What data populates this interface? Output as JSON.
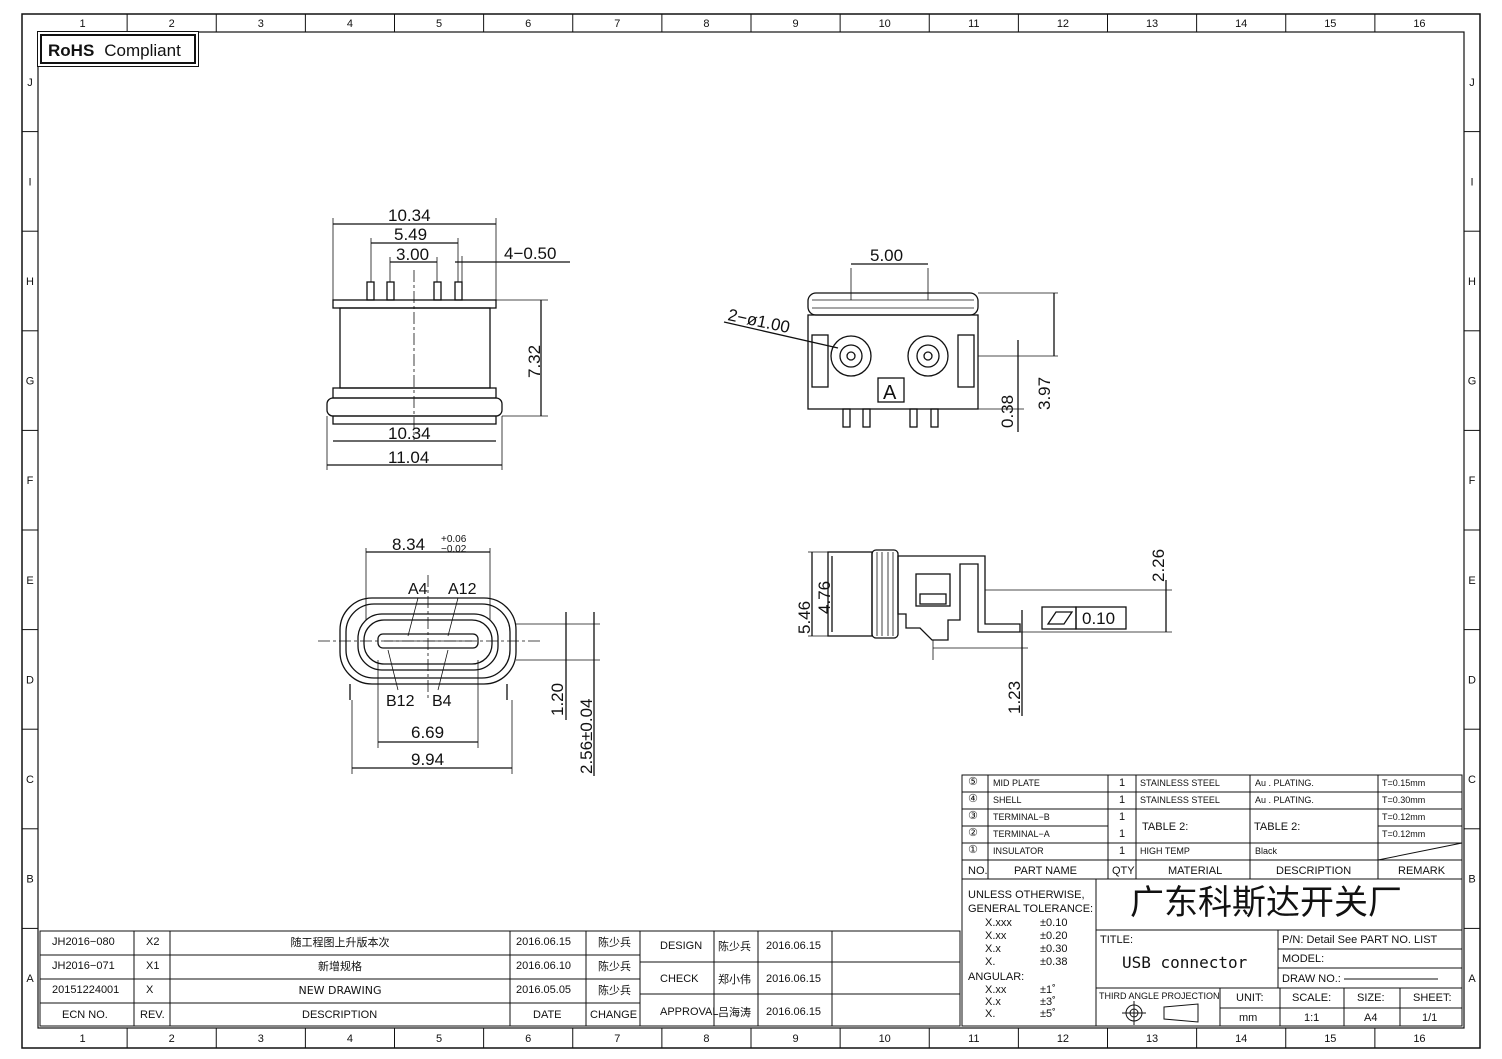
{
  "rohs": {
    "bold": "RoHS",
    "rest": "Compliant"
  },
  "grid": {
    "cols": [
      "1",
      "2",
      "3",
      "4",
      "5",
      "6",
      "7",
      "8",
      "9",
      "10",
      "11",
      "12",
      "13",
      "14",
      "15",
      "16"
    ],
    "rows": [
      "J",
      "I",
      "H",
      "G",
      "F",
      "E",
      "D",
      "C",
      "B",
      "A"
    ]
  },
  "dims": {
    "top_w1": "10.34",
    "top_w2": "5.49",
    "top_w3": "3.00",
    "pins": "4−0.50",
    "top_h": "7.32",
    "top_bottom1": "10.34",
    "top_bottom2": "11.04",
    "front_w": "5.00",
    "holes": "2−ø1.00",
    "label_a": "A",
    "front_h1": "0.38",
    "front_h2": "3.97",
    "bot_w": "8.34",
    "bot_tol_plus": "+0.06",
    "bot_tol_minus": "−0.02",
    "a4": "A4",
    "a12": "A12",
    "b12": "B12",
    "b4": "B4",
    "bot_w2": "6.69",
    "bot_w3": "9.94",
    "bot_h1": "1.20",
    "bot_h2": "2.56±0.04",
    "side_h1": "5.46",
    "side_h2": "4.76",
    "side_h3": "2.26",
    "side_h4": "1.23",
    "flatness": "0.10"
  },
  "bom": {
    "rows": [
      {
        "no": "⑤",
        "name": "MID PLATE",
        "qty": "1",
        "material": "STAINLESS STEEL",
        "desc": "Au . PLATING.",
        "remark": "T=0.15mm"
      },
      {
        "no": "④",
        "name": "SHELL",
        "qty": "1",
        "material": "STAINLESS STEEL",
        "desc": "Au . PLATING.",
        "remark": "T=0.30mm"
      },
      {
        "no": "③",
        "name": "TERMINAL−B",
        "qty": "1",
        "material": "",
        "desc": "",
        "remark": "T=0.12mm"
      },
      {
        "no": "②",
        "name": "TERMINAL−A",
        "qty": "1",
        "material": "",
        "desc": "",
        "remark": "T=0.12mm"
      },
      {
        "no": "①",
        "name": "INSULATOR",
        "qty": "1",
        "material": "HIGH TEMP",
        "desc": "Black",
        "remark": ""
      }
    ],
    "table2_material": "TABLE 2:",
    "table2_desc": "TABLE 2:",
    "header": {
      "no": "NO.",
      "name": "PART NAME",
      "qty": "QTY",
      "material": "MATERIAL",
      "desc": "DESCRIPTION",
      "remark": "REMARK"
    }
  },
  "tolerance": {
    "title1": "UNLESS OTHERWISE,",
    "title2": "GENERAL TOLERANCE:",
    "lines": [
      [
        "X.xxx",
        "±0.10"
      ],
      [
        "X.xx",
        "±0.20"
      ],
      [
        "X.x",
        "±0.30"
      ],
      [
        "X.",
        "±0.38"
      ]
    ],
    "angular": "ANGULAR:",
    "ang_lines": [
      [
        "X.xx",
        "±1˚"
      ],
      [
        "X.x",
        "±3˚"
      ],
      [
        "X.",
        "±5˚"
      ]
    ]
  },
  "company": "广东科斯达开关厂",
  "title_label": "TITLE:",
  "title_value": "USB connector",
  "pn": "P/N: Detail  See  PART  NO.  LIST",
  "model": "MODEL:",
  "draw_no": "DRAW  NO.:",
  "projection": "THIRD  ANGLE  PROJECTION",
  "unit_label": "UNIT:",
  "unit_value": "mm",
  "scale_label": "SCALE:",
  "scale_value": "1:1",
  "size_label": "SIZE:",
  "size_value": "A4",
  "sheet_label": "SHEET:",
  "sheet_value": "1/1",
  "revisions": [
    {
      "ecn": "JH2016−080",
      "rev": "X2",
      "desc": "随工程图上升版本次",
      "date": "2016.06.15",
      "change": "陈少兵"
    },
    {
      "ecn": "JH2016−071",
      "rev": "X1",
      "desc": "新增规格",
      "date": "2016.06.10",
      "change": "陈少兵"
    },
    {
      "ecn": "20151224001",
      "rev": "X",
      "desc": "NEW  DRAWING",
      "date": "2016.05.05",
      "change": "陈少兵"
    }
  ],
  "rev_header": {
    "ecn": "ECN  NO.",
    "rev": "REV.",
    "desc": "DESCRIPTION",
    "date": "DATE",
    "change": "CHANGE"
  },
  "approvals": [
    {
      "role": "DESIGN",
      "name": "陈少兵",
      "date": "2016.06.15"
    },
    {
      "role": "CHECK",
      "name": "郑小伟",
      "date": "2016.06.15"
    },
    {
      "role": "APPROVAL",
      "name": "吕海涛",
      "date": "2016.06.15"
    }
  ]
}
